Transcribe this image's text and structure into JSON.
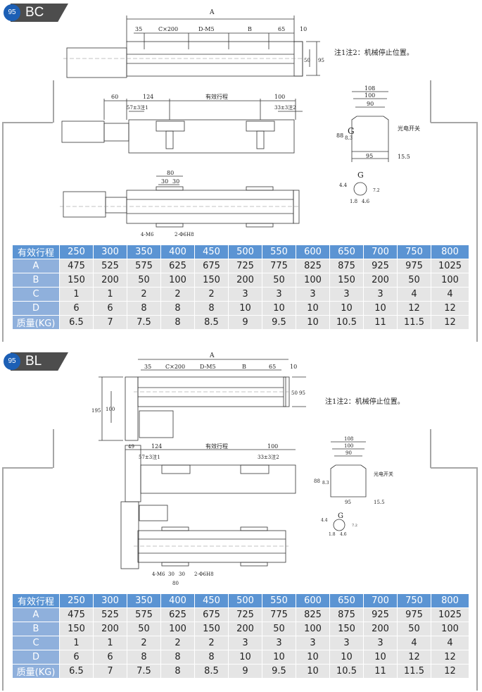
{
  "sections": [
    {
      "id": "bc",
      "badge_number": "95",
      "model_code": "BC",
      "note": "注1注2：机械停止位置。",
      "drawing_labels": {
        "overall_length": "A",
        "end_offset": "35",
        "c_pitch": "C×200",
        "d_holes": "D-M5",
        "b_span": "B",
        "right_offset": "65",
        "end_plate": "10",
        "inner_height": "50",
        "outer_height": "95",
        "motor_gap": "60",
        "start_len": "124",
        "effective_stroke": "有效行程",
        "end_len": "100",
        "stop1": "57±3注1",
        "stop2": "33±3注2",
        "carriage_width": "80",
        "hole_pitch_1": "30",
        "hole_pitch_2": "30",
        "thread_holes": "4-M6",
        "pin_holes": "2-Φ6H8",
        "profile_108": "108",
        "profile_100": "100",
        "profile_90": "90",
        "profile_88": "88",
        "profile_83": "8.3",
        "profile_95": "95",
        "profile_155": "15.5",
        "detail_g": "G",
        "sensor_label": "光电开关",
        "g_44": "4.4",
        "g_18": "1.8",
        "g_46": "4.6",
        "g_72": "7.2"
      },
      "table": {
        "header_label": "有效行程",
        "strokes": [
          "250",
          "300",
          "350",
          "400",
          "450",
          "500",
          "550",
          "600",
          "650",
          "700",
          "750",
          "800"
        ],
        "rows": [
          {
            "label": "A",
            "values": [
              "475",
              "525",
              "575",
              "625",
              "675",
              "725",
              "775",
              "825",
              "875",
              "925",
              "975",
              "1025"
            ]
          },
          {
            "label": "B",
            "values": [
              "150",
              "200",
              "50",
              "100",
              "150",
              "200",
              "50",
              "100",
              "150",
              "200",
              "50",
              "100"
            ]
          },
          {
            "label": "C",
            "values": [
              "1",
              "1",
              "2",
              "2",
              "2",
              "3",
              "3",
              "3",
              "3",
              "3",
              "4",
              "4"
            ]
          },
          {
            "label": "D",
            "values": [
              "6",
              "6",
              "8",
              "8",
              "8",
              "10",
              "10",
              "10",
              "10",
              "10",
              "12",
              "12"
            ]
          },
          {
            "label": "质量(KG)",
            "values": [
              "6.5",
              "7",
              "7.5",
              "8",
              "8.5",
              "9",
              "9.5",
              "10",
              "10.5",
              "11",
              "11.5",
              "12"
            ]
          }
        ]
      }
    },
    {
      "id": "bl",
      "badge_number": "95",
      "model_code": "BL",
      "note": "注1注2：机械停止位置。",
      "drawing_labels": {
        "overall_length": "A",
        "end_offset": "35",
        "c_pitch": "C×200",
        "d_holes": "D-M5",
        "b_span": "B",
        "right_offset": "65",
        "end_plate": "10",
        "inner_height": "50",
        "outer_height": "95",
        "side_height": "195",
        "side_inner": "100",
        "motor_gap": "49",
        "start_len": "124",
        "effective_stroke": "有效行程",
        "end_len": "100",
        "stop1": "57±3注1",
        "stop2": "33±3注2",
        "carriage_width": "80",
        "hole_pitch_1": "30",
        "hole_pitch_2": "30",
        "thread_holes": "4-M6",
        "pin_holes": "2-Φ6H8",
        "profile_108": "108",
        "profile_100": "100",
        "profile_90": "90",
        "profile_88": "88",
        "profile_83": "8.3",
        "profile_95": "95",
        "profile_155": "15.5",
        "detail_g": "G",
        "sensor_label": "光电开关",
        "g_44": "4.4",
        "g_18": "1.8",
        "g_46": "4.6",
        "g_72": "7.2"
      },
      "table": {
        "header_label": "有效行程",
        "strokes": [
          "250",
          "300",
          "350",
          "400",
          "450",
          "500",
          "550",
          "600",
          "650",
          "700",
          "750",
          "800"
        ],
        "rows": [
          {
            "label": "A",
            "values": [
              "475",
              "525",
              "575",
              "625",
              "675",
              "725",
              "775",
              "825",
              "875",
              "925",
              "975",
              "1025"
            ]
          },
          {
            "label": "B",
            "values": [
              "150",
              "200",
              "50",
              "100",
              "150",
              "200",
              "50",
              "100",
              "150",
              "200",
              "50",
              "100"
            ]
          },
          {
            "label": "C",
            "values": [
              "1",
              "1",
              "2",
              "2",
              "2",
              "3",
              "3",
              "3",
              "3",
              "3",
              "4",
              "4"
            ]
          },
          {
            "label": "D",
            "values": [
              "6",
              "6",
              "8",
              "8",
              "8",
              "10",
              "10",
              "10",
              "10",
              "10",
              "12",
              "12"
            ]
          },
          {
            "label": "质量(KG)",
            "values": [
              "6.5",
              "7",
              "7.5",
              "8",
              "8.5",
              "9",
              "9.5",
              "10",
              "10.5",
              "11",
              "11.5",
              "12"
            ]
          }
        ]
      }
    }
  ]
}
